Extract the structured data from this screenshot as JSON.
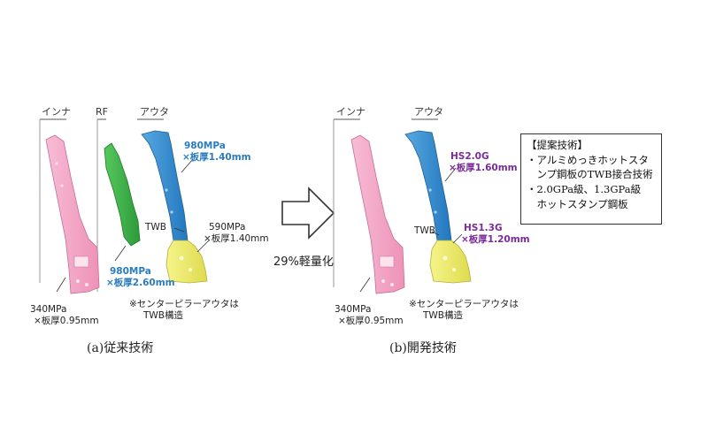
{
  "left": {
    "inner_label": "インナ",
    "rf_label": "RF",
    "outer_label": "アウタ",
    "outer_upper_spec": [
      "980MPa",
      "×板厚1.40mm"
    ],
    "outer_lower_spec": [
      "590MPa",
      "×板厚1.40mm"
    ],
    "rf_spec": [
      "980MPa",
      "×板厚2.60mm"
    ],
    "inner_spec": [
      "340MPa",
      "×板厚0.95mm"
    ],
    "twb_label": "TWB",
    "note": [
      "※センターピラーアウタは",
      "TWB構造"
    ],
    "caption": "(a)従来技術"
  },
  "right": {
    "inner_label": "インナ",
    "outer_label": "アウタ",
    "outer_upper_spec": [
      "HS2.0G",
      "×板厚1.60mm"
    ],
    "outer_lower_spec": [
      "HS1.3G",
      "×板厚1.20mm"
    ],
    "inner_spec": [
      "340MPa",
      "×板厚0.95mm"
    ],
    "twb_label": "TWB",
    "note": [
      "※センターピラーアウタは",
      "TWB構造"
    ],
    "caption": "(b)開発技術"
  },
  "arrow_label": "29%軽量化",
  "proposal_box": {
    "title": "【提案技術】",
    "items": [
      [
        "・アルミめっきホットスタ",
        "　ンプ鋼板のTWB接合技術"
      ],
      [
        "・2.0GPa級、1.3GPa級",
        "　ホットスタンプ鋼板"
      ]
    ]
  },
  "colors": {
    "pink": "#f4a9c8",
    "green": "#3fb64a",
    "blue": "#2f8fd0",
    "yellow": "#eeec6a",
    "label_blue": "#2a7bbf",
    "label_purple": "#7a2a9a"
  }
}
